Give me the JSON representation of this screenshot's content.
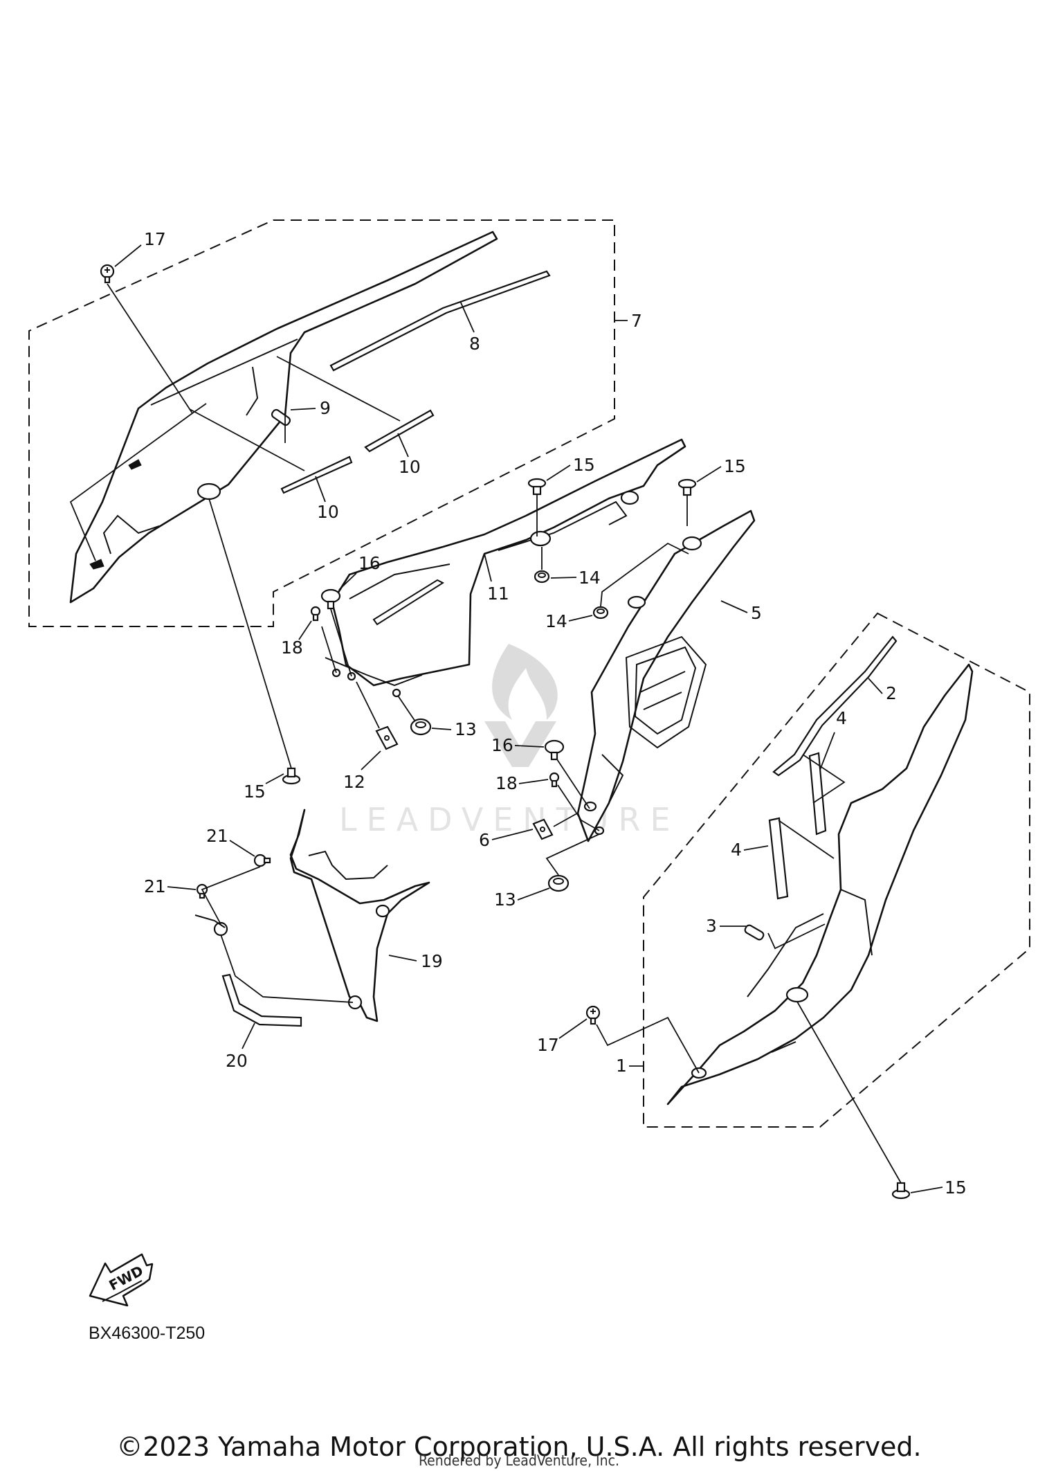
{
  "diagram": {
    "code": "BX46300-T250",
    "fwd_badge": "FWD",
    "watermark_text": "LEADVENTURE",
    "copyright": "©2023 Yamaha Motor Corporation, U.S.A. All rights reserved.",
    "rendered_by": "Rendered by LeadVenture, Inc."
  },
  "callouts": {
    "c1": "1",
    "c2": "2",
    "c3": "3",
    "c4a": "4",
    "c4b": "4",
    "c5": "5",
    "c6": "6",
    "c7": "7",
    "c8": "8",
    "c9": "9",
    "c10a": "10",
    "c10b": "10",
    "c11": "11",
    "c12": "12",
    "c13a": "13",
    "c13b": "13",
    "c14a": "14",
    "c14b": "14",
    "c15a": "15",
    "c15b": "15",
    "c15c": "15",
    "c15d": "15",
    "c16a": "16",
    "c16b": "16",
    "c17a": "17",
    "c17b": "17",
    "c18a": "18",
    "c18b": "18",
    "c19": "19",
    "c20": "20",
    "c21a": "21",
    "c21b": "21"
  }
}
